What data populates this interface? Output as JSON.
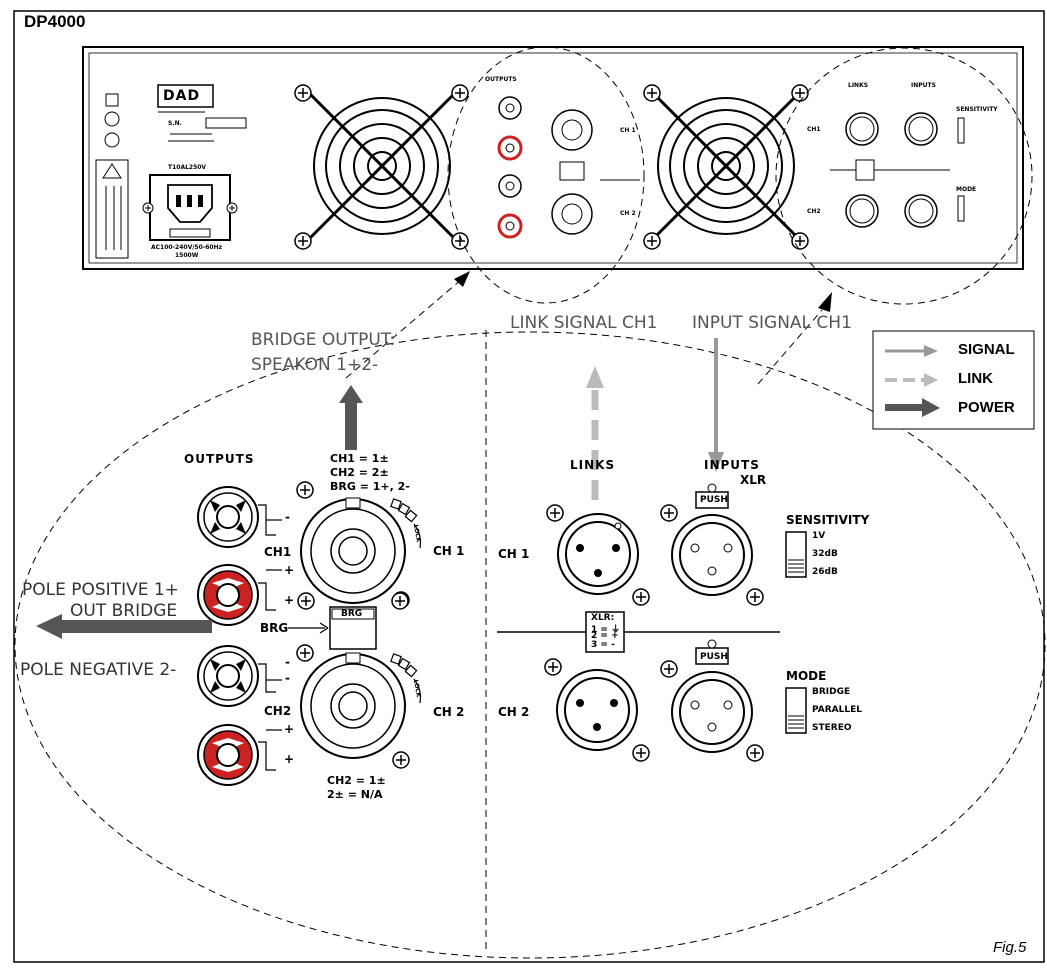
{
  "title": "DP4000",
  "figure_label": "Fig.5",
  "annotations": {
    "bridge_output_line1": "BRIDGE OUTPUT:",
    "bridge_output_line2": "SPEAKON 1+2-",
    "link_signal": "LINK SIGNAL CH1",
    "input_signal": "INPUT SIGNAL CH1",
    "pole_positive": "POLE POSITIVE 1+",
    "out_bridge": "OUT BRIDGE",
    "pole_negative": "POLE NEGATIVE 2-"
  },
  "legend": {
    "signal": "SIGNAL",
    "link": "LINK",
    "power": "POWER"
  },
  "panel": {
    "brand": "DAD",
    "sn": "S.N.",
    "fuse": "T10AL250V",
    "mains": "AC100-240V/50-60Hz",
    "power_rating": "1500W",
    "outputs": "OUTPUTS",
    "links": "LINKS",
    "inputs": "INPUTS",
    "xlr": "XLR",
    "ch1": "CH1",
    "ch2": "CH2",
    "ch_1": "CH 1",
    "ch_2": "CH 2",
    "brg": "BRG",
    "push": "PUSH",
    "sensitivity": "SENSITIVITY",
    "sens_options": [
      "1V",
      "32dB",
      "26dB"
    ],
    "mode": "MODE",
    "mode_options": [
      "BRIDGE",
      "PARALLEL",
      "STEREO"
    ],
    "ch1_pins": [
      "CH1 = 1±",
      "CH2 = 2±",
      "BRG = 1+, 2-"
    ],
    "ch2_pins": [
      "CH2 = 1±",
      "2± = N/A"
    ],
    "xlr_pins": [
      "XLR:",
      "1 = ⏚",
      "2 = +",
      "3 = -"
    ],
    "lock": "LOCK",
    "minus": "-",
    "plus": "+"
  },
  "colors": {
    "signal": "#999999",
    "link": "#bbbbbb",
    "power": "#555555",
    "terminal_red": "#cc2222"
  }
}
